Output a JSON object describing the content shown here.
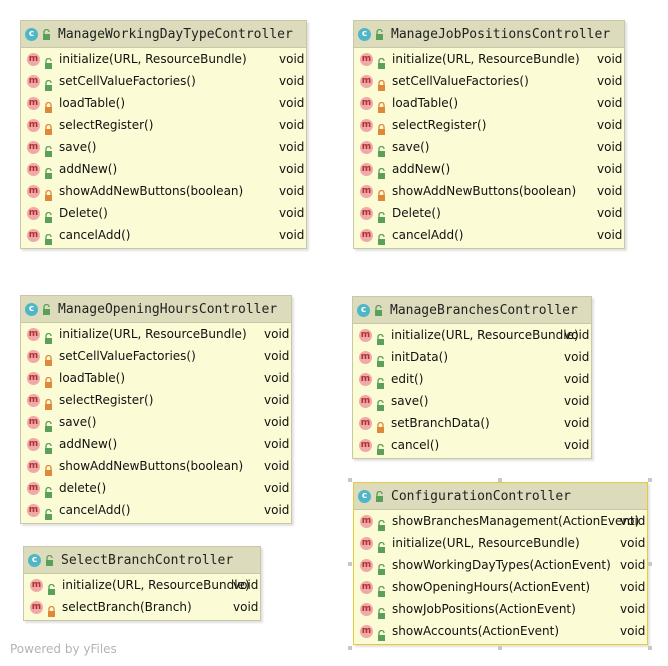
{
  "classes": [
    {
      "name": "ManageWorkingDayTypeController",
      "methods": [
        {
          "name": "initialize(URL, ResourceBundle)",
          "ret": "void",
          "vis": "public"
        },
        {
          "name": "setCellValueFactories()",
          "ret": "void",
          "vis": "public"
        },
        {
          "name": "loadTable()",
          "ret": "void",
          "vis": "private"
        },
        {
          "name": "selectRegister()",
          "ret": "void",
          "vis": "private"
        },
        {
          "name": "save()",
          "ret": "void",
          "vis": "public"
        },
        {
          "name": "addNew()",
          "ret": "void",
          "vis": "public"
        },
        {
          "name": "showAddNewButtons(boolean)",
          "ret": "void",
          "vis": "private"
        },
        {
          "name": "Delete()",
          "ret": "void",
          "vis": "public"
        },
        {
          "name": "cancelAdd()",
          "ret": "void",
          "vis": "public"
        }
      ]
    },
    {
      "name": "ManageJobPositionsController",
      "methods": [
        {
          "name": "initialize(URL, ResourceBundle)",
          "ret": "void",
          "vis": "public"
        },
        {
          "name": "setCellValueFactories()",
          "ret": "void",
          "vis": "private"
        },
        {
          "name": "loadTable()",
          "ret": "void",
          "vis": "private"
        },
        {
          "name": "selectRegister()",
          "ret": "void",
          "vis": "private"
        },
        {
          "name": "save()",
          "ret": "void",
          "vis": "public"
        },
        {
          "name": "addNew()",
          "ret": "void",
          "vis": "public"
        },
        {
          "name": "showAddNewButtons(boolean)",
          "ret": "void",
          "vis": "private"
        },
        {
          "name": "Delete()",
          "ret": "void",
          "vis": "public"
        },
        {
          "name": "cancelAdd()",
          "ret": "void",
          "vis": "public"
        }
      ]
    },
    {
      "name": "ManageOpeningHoursController",
      "methods": [
        {
          "name": "initialize(URL, ResourceBundle)",
          "ret": "void",
          "vis": "public"
        },
        {
          "name": "setCellValueFactories()",
          "ret": "void",
          "vis": "private"
        },
        {
          "name": "loadTable()",
          "ret": "void",
          "vis": "private"
        },
        {
          "name": "selectRegister()",
          "ret": "void",
          "vis": "private"
        },
        {
          "name": "save()",
          "ret": "void",
          "vis": "public"
        },
        {
          "name": "addNew()",
          "ret": "void",
          "vis": "public"
        },
        {
          "name": "showAddNewButtons(boolean)",
          "ret": "void",
          "vis": "private"
        },
        {
          "name": "delete()",
          "ret": "void",
          "vis": "public"
        },
        {
          "name": "cancelAdd()",
          "ret": "void",
          "vis": "public"
        }
      ]
    },
    {
      "name": "ManageBranchesController",
      "methods": [
        {
          "name": "initialize(URL, ResourceBundle)",
          "ret": "void",
          "vis": "public"
        },
        {
          "name": "initData()",
          "ret": "void",
          "vis": "public"
        },
        {
          "name": "edit()",
          "ret": "void",
          "vis": "public"
        },
        {
          "name": "save()",
          "ret": "void",
          "vis": "public"
        },
        {
          "name": "setBranchData()",
          "ret": "void",
          "vis": "private"
        },
        {
          "name": "cancel()",
          "ret": "void",
          "vis": "public"
        }
      ]
    },
    {
      "name": "SelectBranchController",
      "methods": [
        {
          "name": "initialize(URL, ResourceBundle)",
          "ret": "void",
          "vis": "public"
        },
        {
          "name": "selectBranch(Branch)",
          "ret": "void",
          "vis": "private"
        }
      ]
    },
    {
      "name": "ConfigurationController",
      "methods": [
        {
          "name": "showBranchesManagement(ActionEvent)",
          "ret": "void",
          "vis": "public"
        },
        {
          "name": "initialize(URL, ResourceBundle)",
          "ret": "void",
          "vis": "public"
        },
        {
          "name": "showWorkingDayTypes(ActionEvent)",
          "ret": "void",
          "vis": "public"
        },
        {
          "name": "showOpeningHours(ActionEvent)",
          "ret": "void",
          "vis": "public"
        },
        {
          "name": "showJobPositions(ActionEvent)",
          "ret": "void",
          "vis": "public"
        },
        {
          "name": "showAccounts(ActionEvent)",
          "ret": "void",
          "vis": "public"
        }
      ]
    }
  ],
  "icons": {
    "class_glyph": "c",
    "method_glyph": "m",
    "public_icon": "unlock-icon",
    "private_icon": "lock-icon"
  },
  "colors": {
    "node_fill": "#fbfbd5",
    "header_fill": "#dcdcbc",
    "selected_border": "#e8c93c",
    "public_green": "#5aa05a",
    "private_orange": "#e0883a"
  },
  "footer": "Powered by yFiles"
}
